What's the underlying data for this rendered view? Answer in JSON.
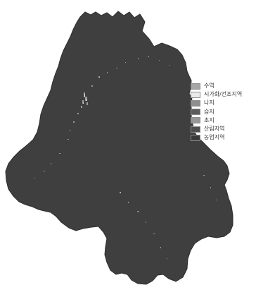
{
  "map": {
    "region_color": "#3f3f3f",
    "background_color": "#ffffff"
  },
  "legend": {
    "items": [
      {
        "label": "수역",
        "color": "#a6a6a6"
      },
      {
        "label": "시가화/건조지역",
        "color": "#e9e9e9"
      },
      {
        "label": "나지",
        "color": "#8e8e8e"
      },
      {
        "label": "습지",
        "color": "#5c5c5c"
      },
      {
        "label": "초지",
        "color": "#979797"
      },
      {
        "label": "산림지역",
        "color": "#4f4f4f"
      },
      {
        "label": "농업지역",
        "color": "#3a3a3a"
      }
    ]
  }
}
